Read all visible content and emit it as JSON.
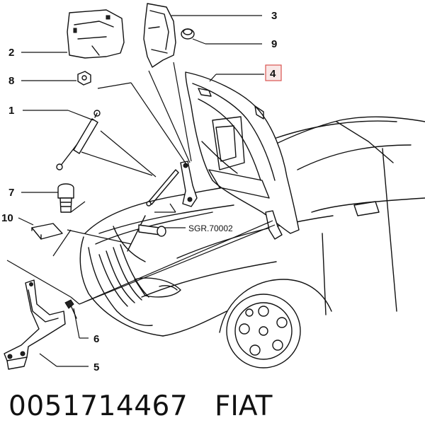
{
  "callouts": {
    "c1": "1",
    "c2": "2",
    "c3": "3",
    "c4": "4",
    "c5": "5",
    "c6": "6",
    "c7": "7",
    "c8": "8",
    "c9": "9",
    "c10": "10"
  },
  "highlight_color": "#d9534f",
  "reference_code": "SGR.70002",
  "footer": {
    "part_number": "0051714467",
    "brand": "FIAT"
  }
}
